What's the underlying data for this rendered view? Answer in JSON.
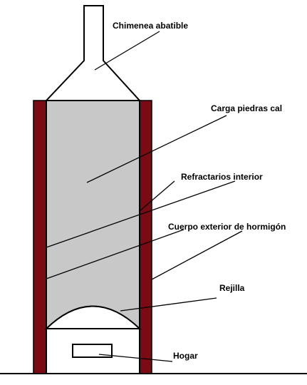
{
  "labels": {
    "chimney": "Chimenea abatible",
    "charge": "Carga piedras cal",
    "refractory": "Refractarios interior",
    "outer_body": "Cuerpo exterior de hormigón",
    "grate": "Rejilla",
    "hearth": "Hogar"
  },
  "colors": {
    "outer_wall": "#7a0a14",
    "charge_fill": "#c8c8c8",
    "lines": "#000000",
    "background": "#ffffff"
  }
}
